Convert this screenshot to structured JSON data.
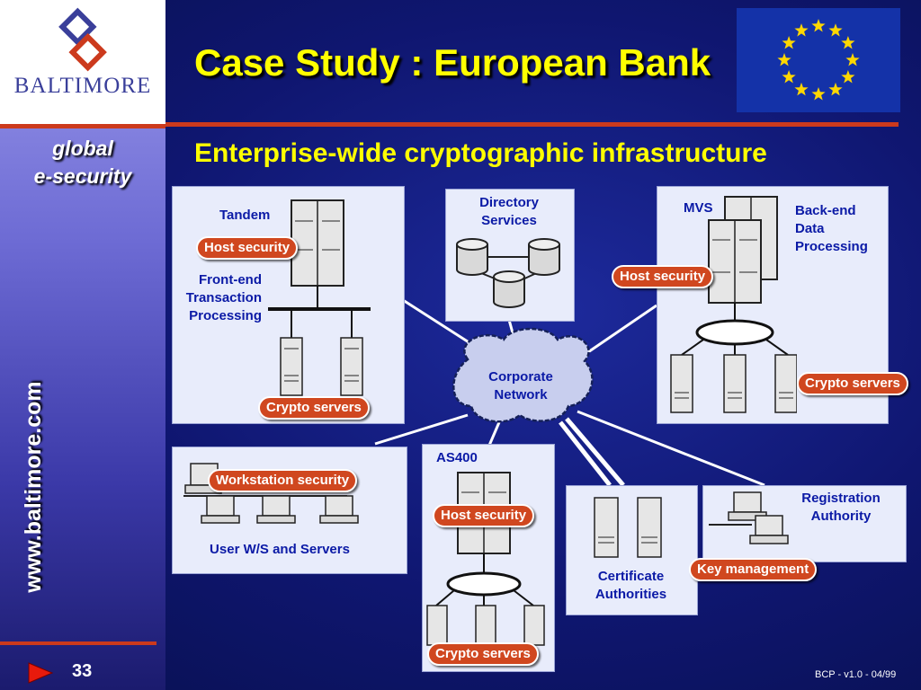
{
  "slide": {
    "title": "Case Study : European Bank",
    "subtitle": "Enterprise-wide cryptographic infrastructure",
    "footer": "BCP - v1.0 - 04/99",
    "page_number": "33"
  },
  "sidebar": {
    "logo_text": "BALTIMORE",
    "tagline_line1": "global",
    "tagline_line2": "e-security",
    "url": "www.baltimore.com"
  },
  "colors": {
    "title": "#ffff00",
    "pill": "#d0471f",
    "panel": "#e8ecfb",
    "label": "#0b1aa6",
    "accent_line": "#cc3a1d"
  },
  "diagram": {
    "network": {
      "line1": "Corporate",
      "line2": "Network"
    },
    "tandem": {
      "name": "Tandem",
      "front_end_1": "Front-end",
      "front_end_2": "Transaction",
      "front_end_3": "Processing",
      "host_security": "Host security",
      "crypto_servers": "Crypto servers"
    },
    "directory": {
      "line1": "Directory",
      "line2": "Services"
    },
    "mvs": {
      "name": "MVS",
      "backend_1": "Back-end",
      "backend_2": "Data",
      "backend_3": "Processing",
      "host_security": "Host security",
      "crypto_servers": "Crypto servers"
    },
    "workstations": {
      "workstation_security": "Workstation security",
      "label": "User W/S and Servers"
    },
    "as400": {
      "name": "AS400",
      "host_security": "Host security",
      "crypto_servers": "Crypto servers"
    },
    "ca": {
      "line1": "Certificate",
      "line2": "Authorities"
    },
    "ra": {
      "line1": "Registration",
      "line2": "Authority",
      "key_management": "Key management"
    }
  },
  "icons": [
    "baltimore-logo-icon",
    "eu-flag-icon",
    "server-tower-icon",
    "database-icon",
    "workstation-icon",
    "network-cloud-icon",
    "play-arrow-icon"
  ]
}
